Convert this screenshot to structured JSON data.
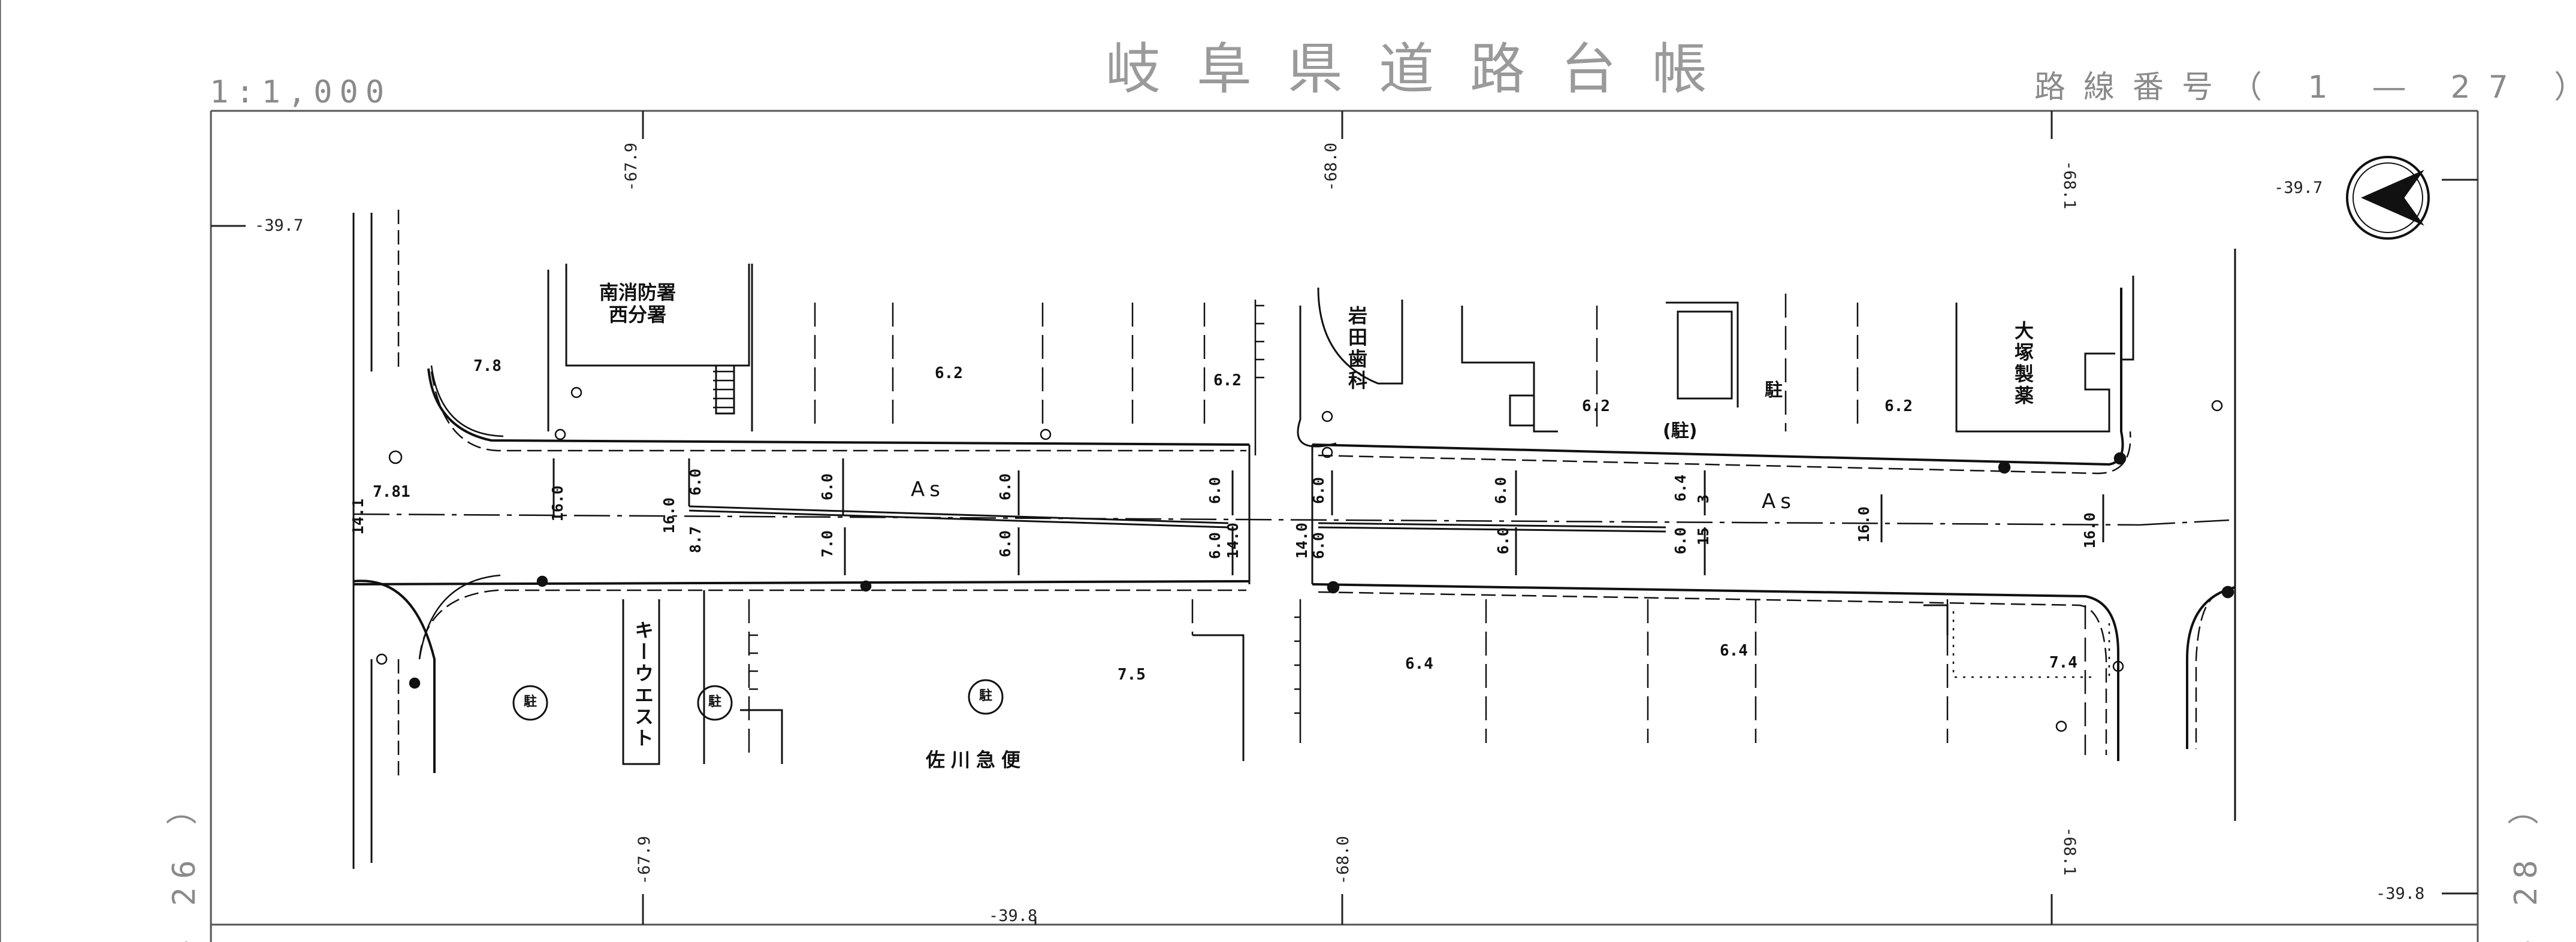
{
  "header": {
    "title": "岐阜県道路台帳",
    "scale": "1:1,000",
    "route_number": "路線番号（ 1 ― 27 ）"
  },
  "sheets": {
    "prev": "― 26 ）",
    "next": "― 28 ）"
  },
  "grid": {
    "x_top": [
      "-67.9",
      "-68.0",
      "-68.1"
    ],
    "x_bottom": [
      "-67.9",
      "-68.0",
      "-68.1"
    ],
    "y_left": "-39.7",
    "y_right_top": "-39.7",
    "y_right_bottom": "-39.8",
    "y_bottom": "-39.8"
  },
  "facilities": {
    "fire_station": "南消防署\n西分署",
    "dental": "岩田歯科",
    "pharma": "大塚製薬",
    "kiuchi": "キーウエスト",
    "sagawa": "佐川急便",
    "parking": "駐",
    "parking_paren": "(駐)"
  },
  "elevations": [
    "7.8",
    "6.2",
    "6.2",
    "6.2",
    "6.2",
    "7.81",
    "7.5",
    "6.4",
    "6.4",
    "7.4"
  ],
  "road": {
    "surface": "As",
    "widths_top": [
      "6.0",
      "6.0",
      "6.0",
      "6.0",
      "6.0",
      "6.0",
      "6.0",
      "6.0",
      "6.4"
    ],
    "widths_mid": [
      "16.0",
      "16.0",
      "16.0",
      "16.0",
      "14.1",
      "15",
      "3",
      "14.0",
      "14.0"
    ],
    "widths_bottom": [
      "8.7",
      "7.0",
      "6.0",
      "6.0",
      "6.0",
      "6.0",
      "6.0"
    ]
  },
  "colors": {
    "ink": "#111111",
    "frame_text": "#8a8a8a"
  },
  "icons": [
    "north-arrow-icon",
    "pole-icon",
    "manhole-icon"
  ]
}
